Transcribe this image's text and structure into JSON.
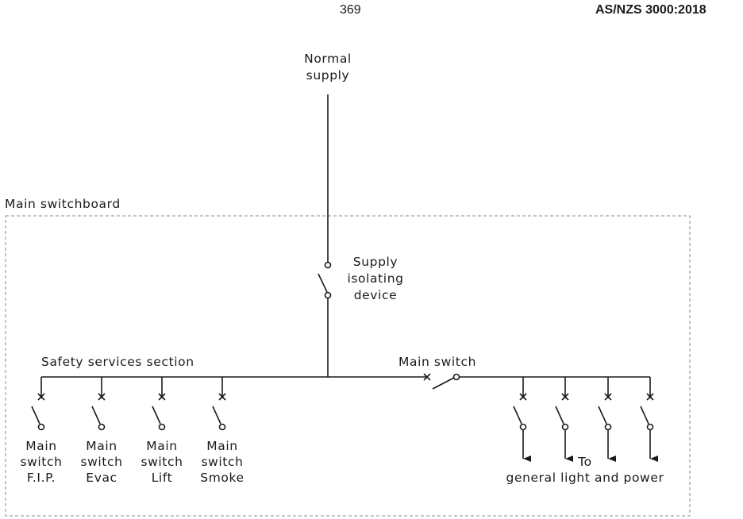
{
  "header": {
    "page_number": "369",
    "standard": "AS/NZS 3000:2018"
  },
  "diagram": {
    "supply_label": [
      "Normal",
      "supply"
    ],
    "switchboard_label": "Main switchboard",
    "isolator_label": [
      "Supply",
      "isolating",
      "device"
    ],
    "safety_section_label": "Safety services section",
    "main_switch_label": "Main switch",
    "safety_switches": [
      {
        "lines": [
          "Main",
          "switch",
          "F.I.P."
        ]
      },
      {
        "lines": [
          "Main",
          "switch",
          "Evac"
        ]
      },
      {
        "lines": [
          "Main",
          "switch",
          "Lift"
        ]
      },
      {
        "lines": [
          "Main",
          "switch",
          "Smoke"
        ]
      }
    ],
    "general_label": [
      "To",
      "general light and power"
    ]
  }
}
